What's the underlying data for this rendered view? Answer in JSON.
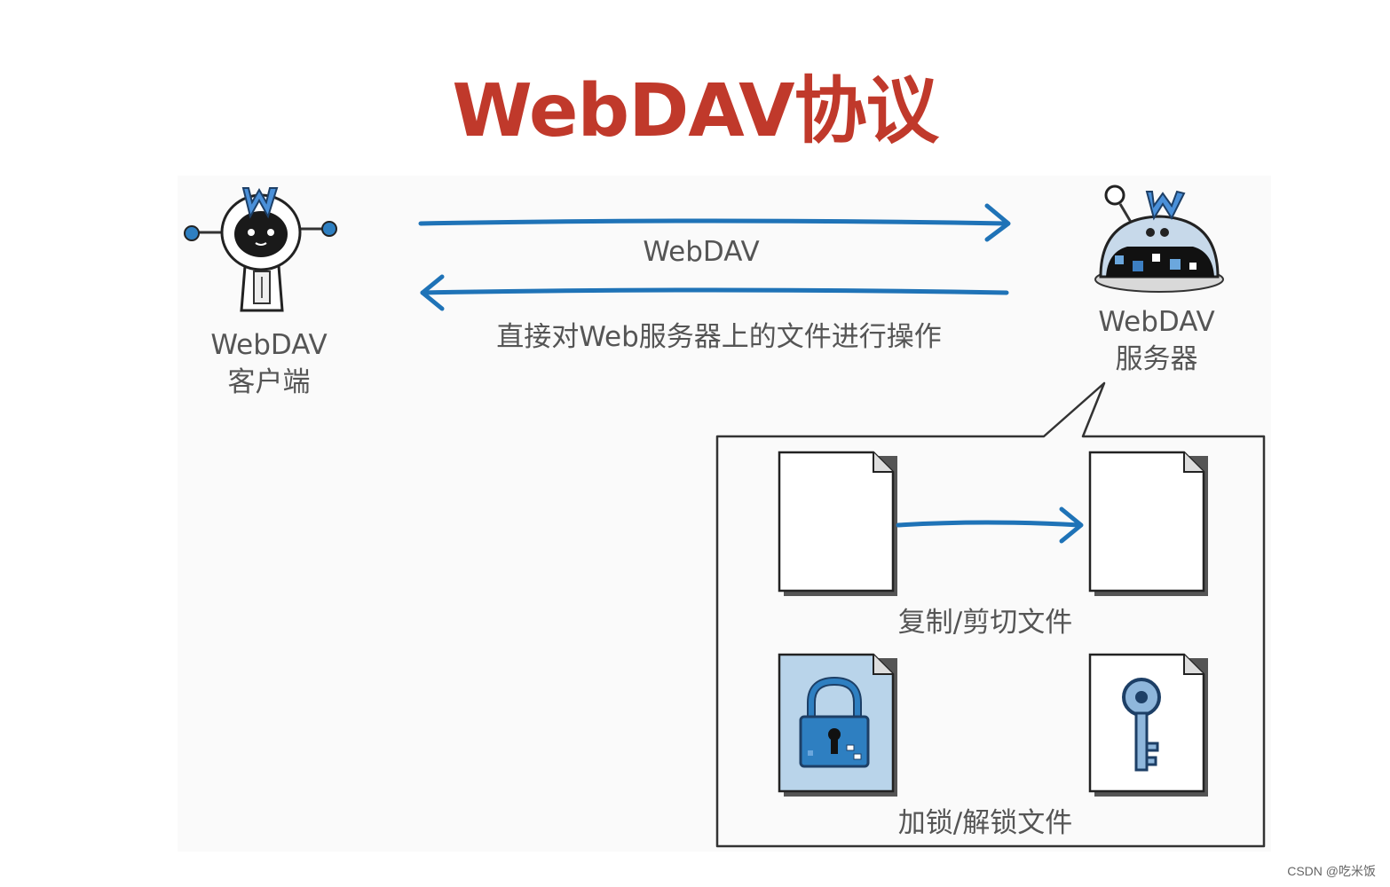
{
  "title": "WebDAV协议",
  "client": {
    "label_line1": "WebDAV",
    "label_line2": "客户端"
  },
  "server": {
    "label_line1": "WebDAV",
    "label_line2": "服务器"
  },
  "connection": {
    "protocol_label": "WebDAV",
    "description": "直接对Web服务器上的文件进行操作"
  },
  "operations": {
    "copy_cut_label": "复制/剪切文件",
    "lock_unlock_label": "加锁/解锁文件"
  },
  "watermark": "CSDN @吃米饭",
  "colors": {
    "title": "#c0392b",
    "arrow": "#1f73b7",
    "lock": "#2e7fc1",
    "lock_doc_fill": "#b9d4ea"
  },
  "icons": [
    "robot-client-icon",
    "robot-server-icon",
    "padlock-icon",
    "key-icon",
    "document-icon"
  ]
}
